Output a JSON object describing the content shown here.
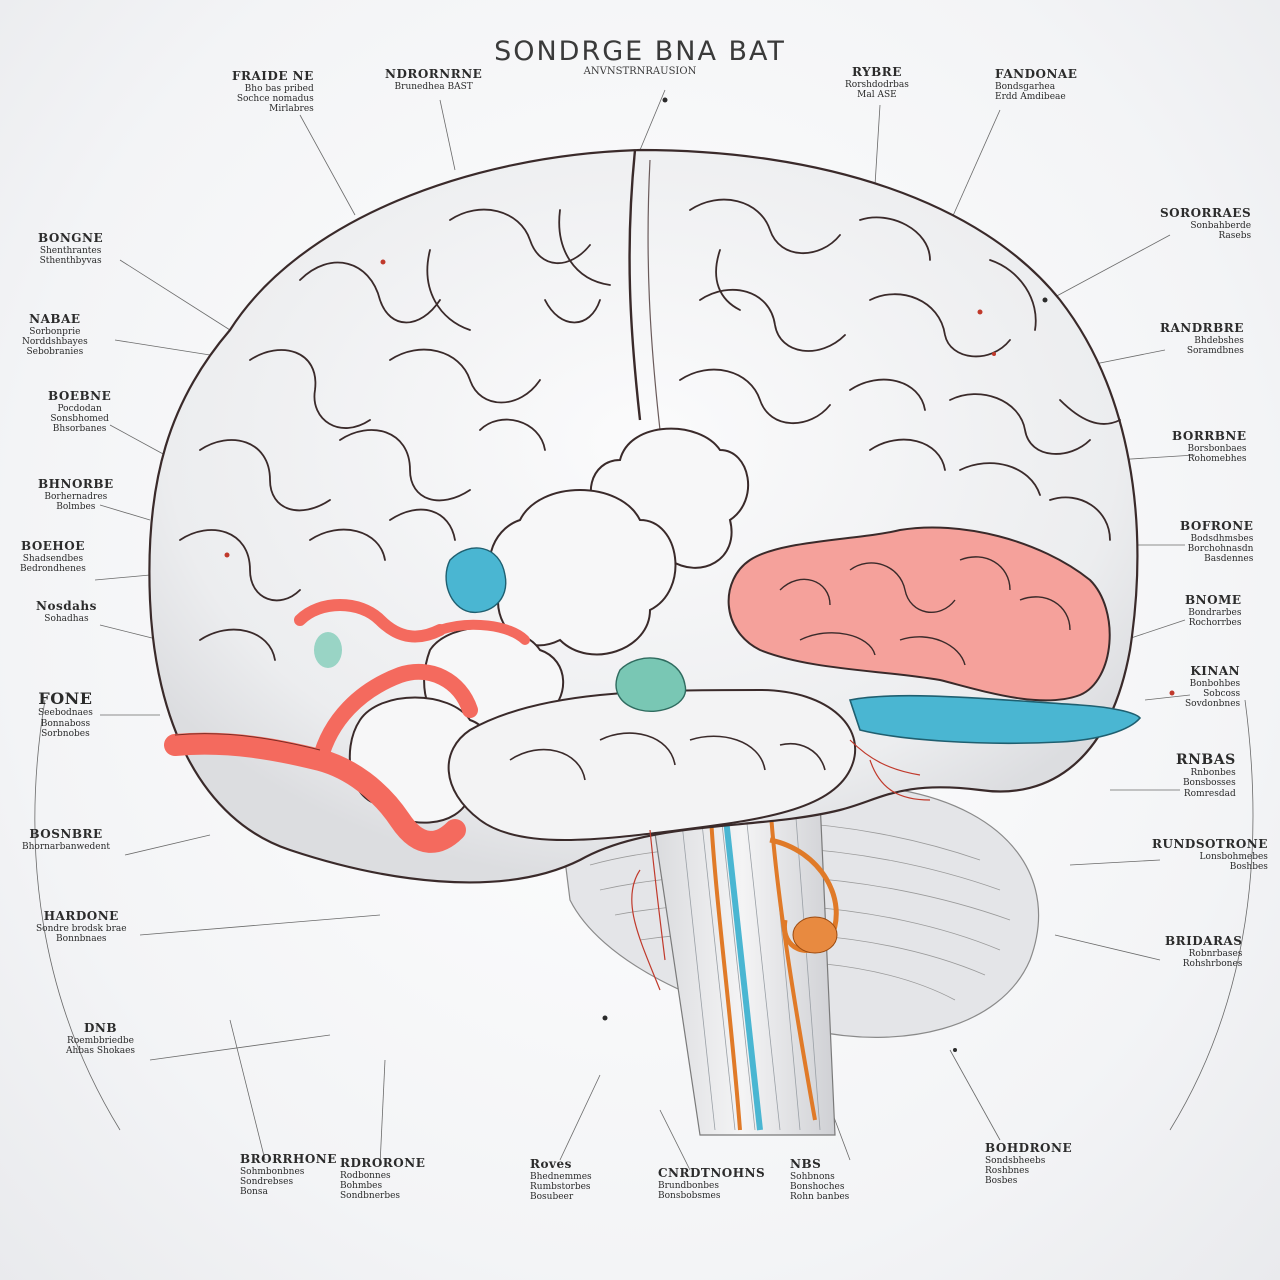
{
  "title": "SONDRGE BNA BAT",
  "subtitle": "ANVNSTRNRAUSION",
  "labels": {
    "top_left_1": {
      "heading": "FRAIDE NE",
      "lines": [
        "Bho bas pribed",
        "Sochce nomadus",
        "Mirlabres"
      ]
    },
    "top_left_2": {
      "heading": "NDRORNRNE",
      "lines": [
        "Brunedhea BAST"
      ]
    },
    "top_right_1": {
      "heading": "RYBRE",
      "lines": [
        "Rorshdodrbas",
        "Mal ASE"
      ]
    },
    "top_right_2": {
      "heading": "FANDONAE",
      "lines": [
        "Bondsgarhea",
        "Erdd Amdibeae"
      ]
    },
    "left_1": {
      "heading": "BONGNE",
      "lines": [
        "Shenthrantes",
        "Sthenthbyvas"
      ]
    },
    "left_2": {
      "heading": "NABAE",
      "lines": [
        "Sorbonprie",
        "Norddshbayes",
        "Sebobranies"
      ]
    },
    "left_3": {
      "heading": "BOEBNE",
      "lines": [
        "Pocdodan",
        "Sonsbhomed",
        "Bhsorbanes"
      ]
    },
    "left_4": {
      "heading": "BHNORBE",
      "lines": [
        "Borhernadres",
        "Bolmbes"
      ]
    },
    "left_5": {
      "heading": "BOEHOE",
      "lines": [
        "Shadsendbes",
        "Bedrondhenes"
      ]
    },
    "left_6": {
      "heading": "Nosdahs",
      "lines": [
        "Sohadhas"
      ]
    },
    "left_7": {
      "heading": "FONE",
      "lines": [
        "Seebodnaes",
        "Bonnaboss",
        "Sorbnobes"
      ]
    },
    "left_8": {
      "heading": "BOSNBRE",
      "lines": [
        "Bhornarbanwedent"
      ]
    },
    "left_9": {
      "heading": "HARDONE",
      "lines": [
        "Sondre brodsk brae",
        "Bonnbnaes"
      ]
    },
    "left_10": {
      "heading": "DNB",
      "lines": [
        "Roembbriedbe",
        "Ahbas Shokaes"
      ]
    },
    "right_1": {
      "heading": "SORORRAES",
      "lines": [
        "Sonbahberde",
        "Rasebs"
      ]
    },
    "right_2": {
      "heading": "RANDRBRE",
      "lines": [
        "Bhdebshes",
        "Soramdbnes"
      ]
    },
    "right_3": {
      "heading": "BORRBNE",
      "lines": [
        "Borsbonbaes",
        "Rohomebhes"
      ]
    },
    "right_4": {
      "heading": "BOFRONE",
      "lines": [
        "Bodsdhmsbes",
        "Borchohnasdn",
        "Basdennes"
      ]
    },
    "right_5": {
      "heading": "BNOME",
      "lines": [
        "Bondrarbes",
        "Rochorrbes"
      ]
    },
    "right_6": {
      "heading": "KINAN",
      "lines": [
        "Bonbohbes",
        "Sobcoss",
        "Sovdonbnes"
      ]
    },
    "right_7": {
      "heading": "RNBAS",
      "lines": [
        "Rnbonbes",
        "Bonsbosses",
        "Romresdad"
      ]
    },
    "right_8": {
      "heading": "RUNDSOTRONE",
      "lines": [
        "Lonsbohmebes",
        "Boshbes"
      ]
    },
    "right_9": {
      "heading": "BRIDARAS",
      "lines": [
        "Robnrbases",
        "Rohshrbones"
      ]
    },
    "bottom_1": {
      "heading": "BRORRHONE",
      "lines": [
        "Sohmbonbnes",
        "Sondrebses",
        "Bonsa"
      ]
    },
    "bottom_2": {
      "heading": "RDRORONE",
      "lines": [
        "Rodbonnes",
        "Bohmbes",
        "Sondbnerbes"
      ]
    },
    "bottom_3": {
      "heading": "Roves",
      "lines": [
        "Bhednemmes",
        "Rumbstorbes",
        "Bosubeer"
      ]
    },
    "bottom_4": {
      "heading": "CNRDTNOHNS",
      "lines": [
        "Brundbonbes",
        "Bonsbobsmes"
      ]
    },
    "bottom_5": {
      "heading": "NBS",
      "lines": [
        "Sohbnons",
        "Bonshoches",
        "Rohn banbes"
      ]
    },
    "bottom_6": {
      "heading": "BOHDRONE",
      "lines": [
        "Sondsbheebs",
        "Roshbnes",
        "Bosbes"
      ]
    }
  },
  "colors": {
    "outline": "#3a2a2a",
    "cortex": "#f1f1f2",
    "red_vessel": "#f46a5e",
    "pink_lobe": "#f5a19b",
    "blue_tract": "#4ab6d2",
    "orange_vessel": "#e07a28",
    "teal_blob": "#79c7b4"
  }
}
